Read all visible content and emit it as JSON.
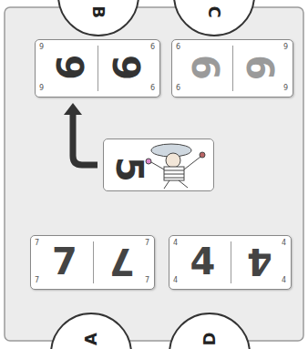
{
  "diagram": {
    "nodes": [
      {
        "text": [
          "B"
        ]
      },
      {
        "text": [
          "C"
        ]
      },
      {
        "text": [
          "9",
          "6",
          "9",
          "9",
          "6",
          "6"
        ]
      },
      {
        "text": [
          "6",
          "9",
          "6",
          "6",
          "9",
          "9"
        ]
      },
      {
        "text": [
          "5"
        ]
      },
      {
        "text": [
          "7",
          "7",
          "7",
          "7",
          "7",
          "7"
        ]
      },
      {
        "text": [
          "4",
          "4",
          "4",
          "4",
          "4",
          "4"
        ]
      },
      {
        "text": [
          "A"
        ]
      },
      {
        "text": [
          "D"
        ]
      }
    ],
    "edges": [
      {
        "from": 4,
        "to": 2,
        "arrow": "to"
      }
    ]
  }
}
